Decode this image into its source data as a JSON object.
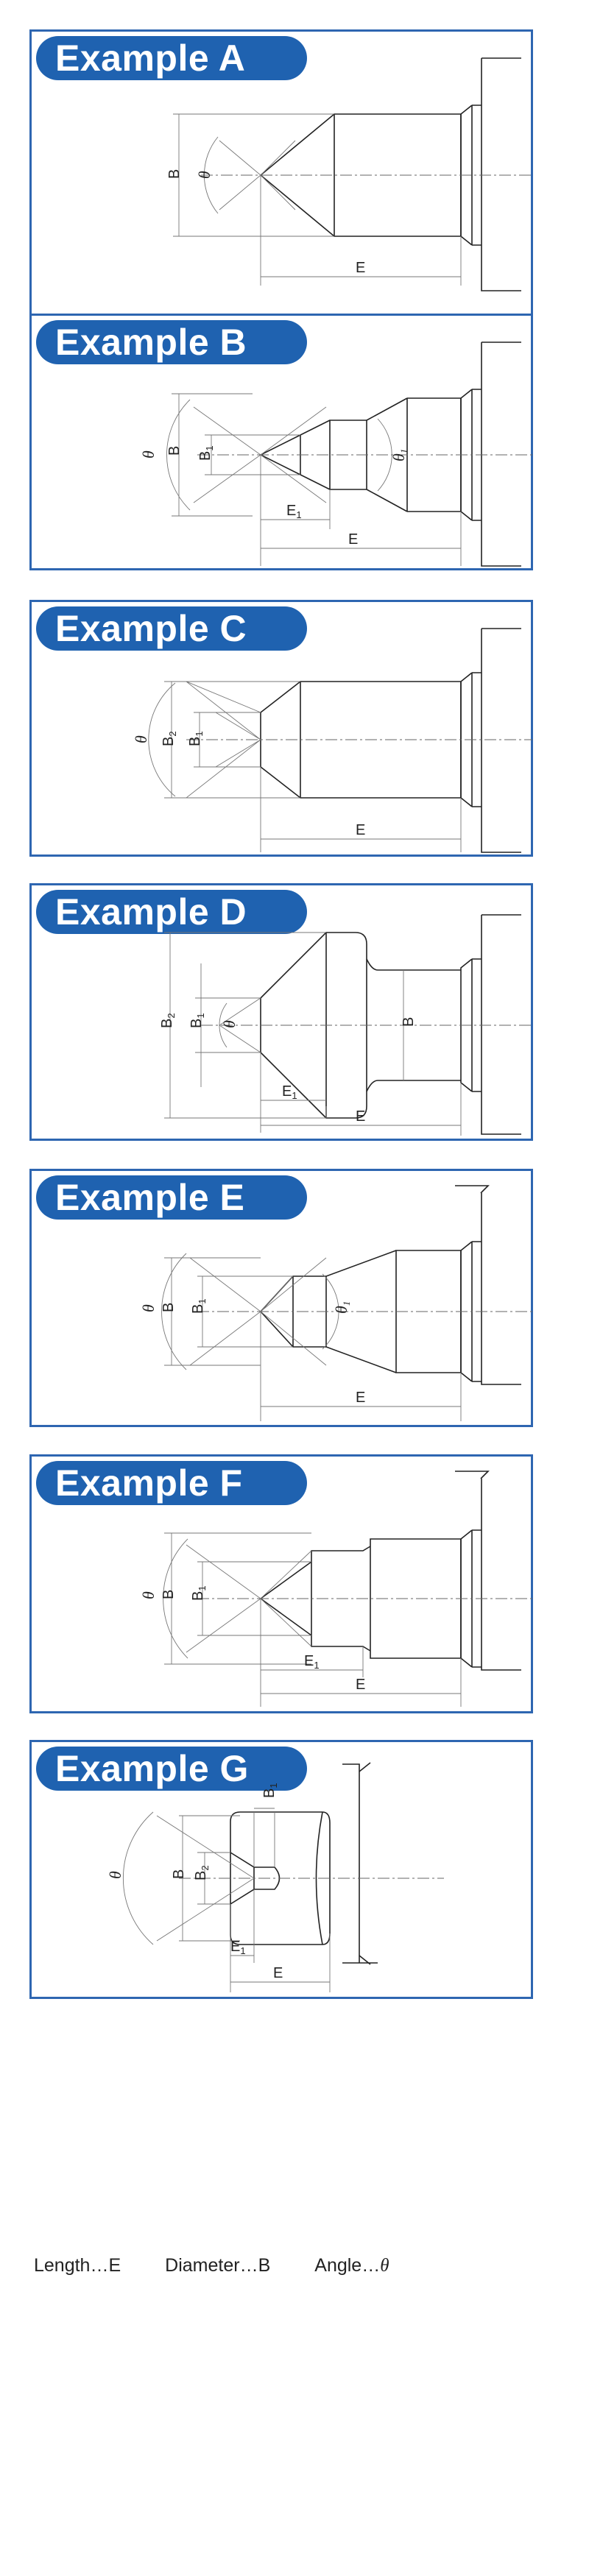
{
  "examples": [
    {
      "title": "Example A",
      "labels": {
        "B": "B",
        "theta": "θ",
        "E": "E"
      }
    },
    {
      "title": "Example B",
      "labels": {
        "theta": "θ",
        "B": "B",
        "B1": "B",
        "B1_sub": "1",
        "theta1": "θ",
        "theta1_sub": "1",
        "E1": "E",
        "E1_sub": "1",
        "E": "E"
      }
    },
    {
      "title": "Example C",
      "labels": {
        "theta": "θ",
        "B2": "B",
        "B2_sub": "2",
        "B1": "B",
        "B1_sub": "1",
        "E": "E"
      }
    },
    {
      "title": "Example D",
      "labels": {
        "B2": "B",
        "B2_sub": "2",
        "B1": "B",
        "B1_sub": "1",
        "theta": "θ",
        "B": "B",
        "E1": "E",
        "E1_sub": "1",
        "E": "E"
      }
    },
    {
      "title": "Example E",
      "labels": {
        "theta": "θ",
        "B": "B",
        "B1": "B",
        "B1_sub": "1",
        "theta1": "θ",
        "theta1_sub": "1",
        "E": "E"
      }
    },
    {
      "title": "Example F",
      "labels": {
        "theta": "θ",
        "B": "B",
        "B1": "B",
        "B1_sub": "1",
        "E1": "E",
        "E1_sub": "1",
        "E": "E"
      }
    },
    {
      "title": "Example G",
      "labels": {
        "theta": "θ",
        "B": "B",
        "B2": "B",
        "B2_sub": "2",
        "B1": "B",
        "B1_sub": "1",
        "E1": "E",
        "E1_sub": "1",
        "E": "E"
      }
    }
  ],
  "legend": {
    "length_label": "Length…",
    "length_sym": "E",
    "diameter_label": "Diameter…",
    "diameter_sym": "B",
    "angle_label": "Angle…",
    "angle_sym": "θ"
  },
  "colors": {
    "panel_border": "#2e66b1",
    "tab_fill": "#1f62b0",
    "tab_text": "#ffffff",
    "line": "#222222"
  }
}
